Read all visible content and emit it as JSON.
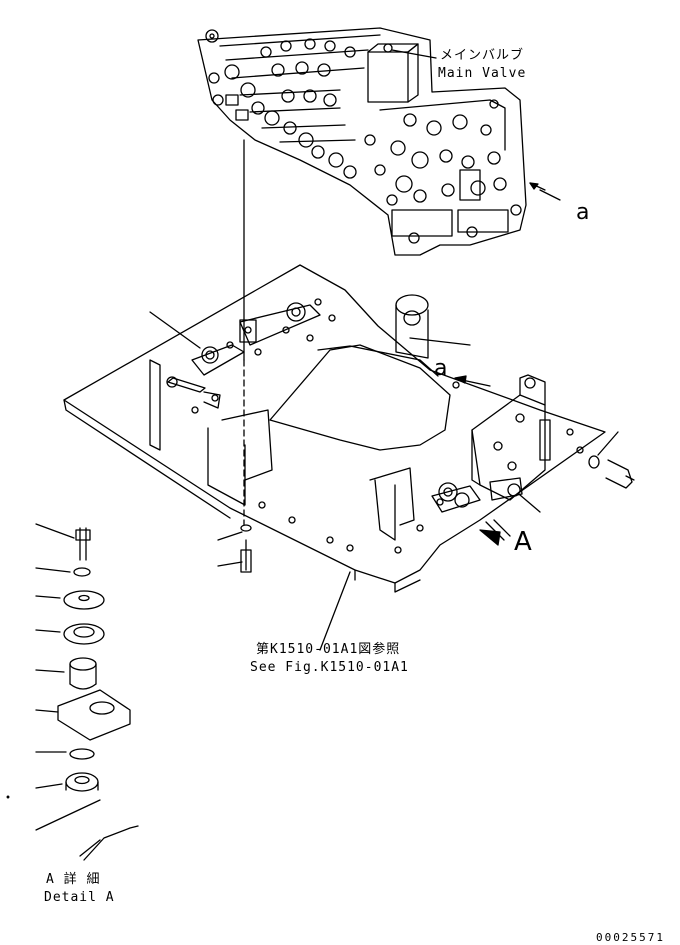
{
  "labels": {
    "main_valve_jp": "メインバルブ",
    "main_valve_en": "Main Valve",
    "arrow_a_upper": "a",
    "arrow_a_lower": "a",
    "detail_big_a": "A",
    "see_fig_jp": "第K1510-01A1図参照",
    "see_fig_en": "See Fig.K1510-01A1",
    "detail_jp": "A 詳 細",
    "detail_en": "Detail A",
    "drawing_number": "00025571"
  }
}
